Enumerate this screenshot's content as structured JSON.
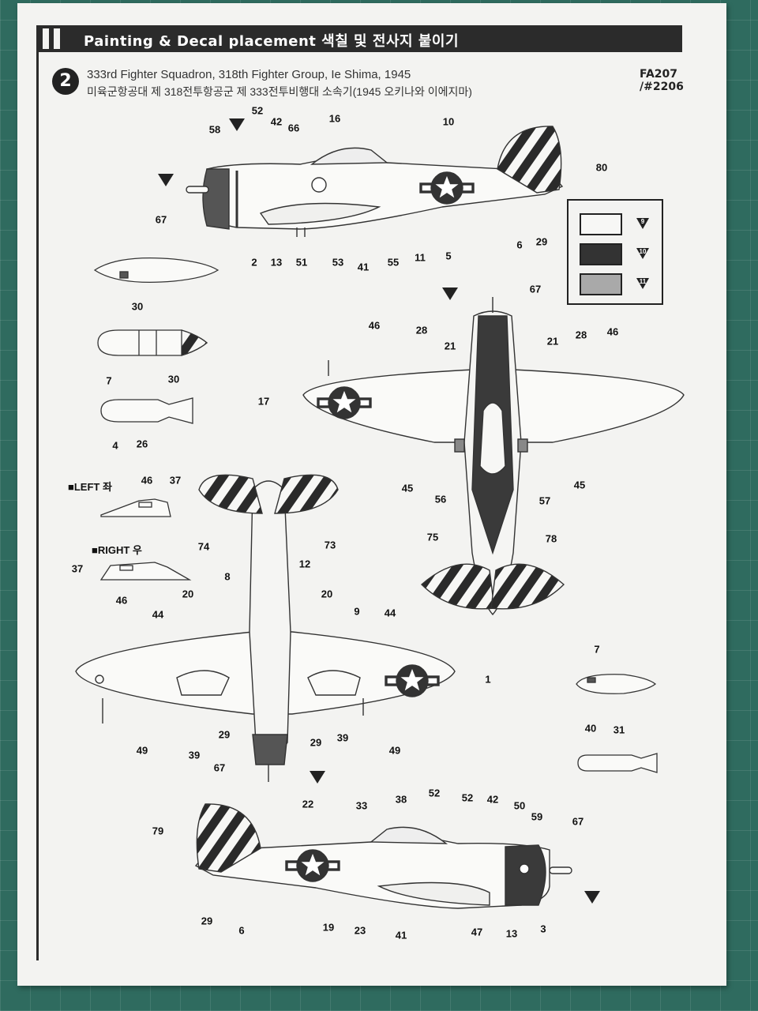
{
  "header": {
    "title": "Painting & Decal placement  색칠 및 전사지 붙이기"
  },
  "step": {
    "number": "2"
  },
  "scheme": {
    "title_en": "333rd Fighter Squadron, 318th Fighter Group, Ie Shima, 1945",
    "title_ko": "미육군항공대 제 318전투항공군 제 333전투비행대 소속기(1945 오키나와 이에지마)"
  },
  "product_codes": [
    "FA207",
    "/#2206"
  ],
  "legend": [
    {
      "num": "9",
      "color": "#f7f7f5"
    },
    {
      "num": "10",
      "color": "#333333"
    },
    {
      "num": "11",
      "color": "#a9a9a9"
    }
  ],
  "views": {
    "left_label": "■LEFT 좌",
    "right_label": "■RIGHT 우"
  },
  "callouts": {
    "side_left": [
      "58",
      "52",
      "42",
      "66",
      "16",
      "10",
      "80",
      "67",
      "2",
      "13",
      "51",
      "53",
      "41",
      "55",
      "11",
      "5",
      "6",
      "29"
    ],
    "tank_top": [
      "30"
    ],
    "tank_mid": [
      "7",
      "30"
    ],
    "bomb_left": [
      "4",
      "26"
    ],
    "top_view": [
      "67",
      "46",
      "28",
      "21",
      "21",
      "28",
      "46",
      "17",
      "45",
      "56",
      "57",
      "45",
      "75",
      "78"
    ],
    "panels_left": [
      "46",
      "37"
    ],
    "panels_right": [
      "37",
      "46"
    ],
    "bottom_view": [
      "74",
      "73",
      "8",
      "12",
      "20",
      "20",
      "9",
      "44",
      "44",
      "1",
      "49",
      "39",
      "29",
      "67",
      "29",
      "39",
      "49"
    ],
    "tank_right": [
      "7"
    ],
    "bomb_right": [
      "40",
      "31"
    ],
    "side_right": [
      "79",
      "22",
      "33",
      "38",
      "52",
      "52",
      "42",
      "50",
      "59",
      "67",
      "29",
      "6",
      "19",
      "23",
      "41",
      "47",
      "13",
      "3"
    ]
  }
}
